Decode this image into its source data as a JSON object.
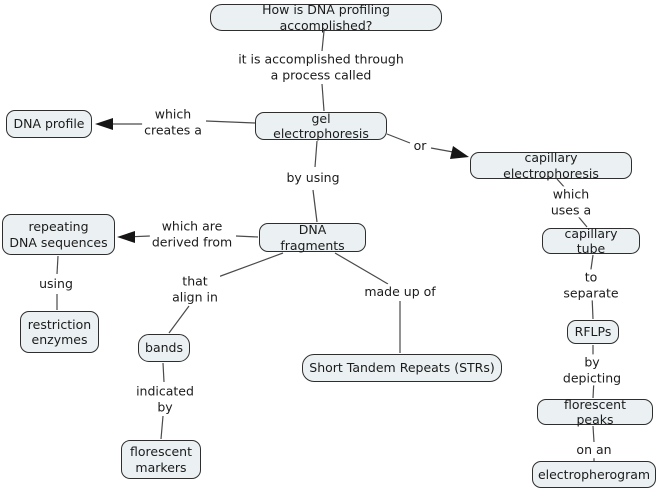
{
  "diagram": {
    "type": "concept-map",
    "topic": "DNA profiling",
    "colors": {
      "background": "#ffffff",
      "node_fill": "#ebf1f3",
      "node_border": "#2e2e2e",
      "line": "#4a4a4a",
      "text": "#1b1b1b"
    },
    "nodes": {
      "question": "How is DNA profiling accomplished?",
      "dna_profile": "DNA profile",
      "gel_electrophoresis": "gel electrophoresis",
      "capillary_electrophoresis": "capillary electrophoresis",
      "repeating_dna_sequences": "repeating\nDNA sequences",
      "dna_fragments": "DNA fragments",
      "capillary_tube": "capillary tube",
      "restriction_enzymes": "restriction\nenzymes",
      "bands": "bands",
      "rflps": "RFLPs",
      "strs": "Short Tandem Repeats (STRs)",
      "florescent_markers": "florescent\nmarkers",
      "florescent_peaks": "florescent peaks",
      "electropherogram": "electropherogram"
    },
    "edges": [
      {
        "from": "question",
        "to": "gel_electrophoresis",
        "label": "it is accomplished through\na process called",
        "arrow": false
      },
      {
        "from": "gel_electrophoresis",
        "to": "dna_profile",
        "label": "which\ncreates a",
        "arrow": true
      },
      {
        "from": "gel_electrophoresis",
        "to": "capillary_electrophoresis",
        "label": "or",
        "arrow": true
      },
      {
        "from": "gel_electrophoresis",
        "to": "dna_fragments",
        "label": "by using",
        "arrow": false
      },
      {
        "from": "dna_fragments",
        "to": "repeating_dna_sequences",
        "label": "which are\nderived from",
        "arrow": true
      },
      {
        "from": "repeating_dna_sequences",
        "to": "restriction_enzymes",
        "label": "using",
        "arrow": false
      },
      {
        "from": "dna_fragments",
        "to": "bands",
        "label": "that\nalign in",
        "arrow": false
      },
      {
        "from": "bands",
        "to": "florescent_markers",
        "label": "indicated\nby",
        "arrow": false
      },
      {
        "from": "dna_fragments",
        "to": "strs",
        "label": "made up of",
        "arrow": false
      },
      {
        "from": "capillary_electrophoresis",
        "to": "capillary_tube",
        "label": "which\nuses a",
        "arrow": false
      },
      {
        "from": "capillary_tube",
        "to": "rflps",
        "label": "to separate",
        "arrow": false
      },
      {
        "from": "rflps",
        "to": "florescent_peaks",
        "label": "by depicting",
        "arrow": false
      },
      {
        "from": "florescent_peaks",
        "to": "electropherogram",
        "label": "on an",
        "arrow": false
      }
    ]
  }
}
